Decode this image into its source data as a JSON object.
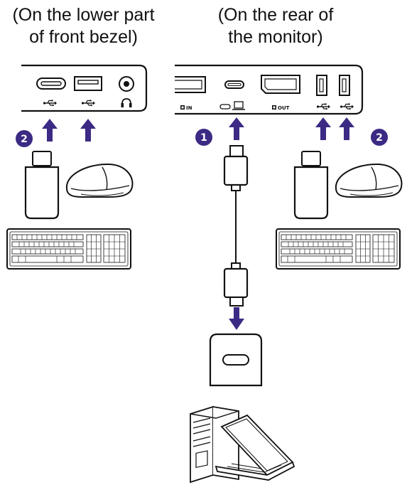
{
  "captions": {
    "front": [
      "(On the lower part",
      "of front bezel)"
    ],
    "rear": [
      "(On the rear of",
      "the monitor)"
    ]
  },
  "port_labels": {
    "dp_in": "IN",
    "dp_out": "OUT"
  },
  "badges": {
    "step1": "1",
    "step2": "2"
  },
  "colors": {
    "accent": "#3c2a84",
    "line": "#111111"
  },
  "icons": [
    "usb-c-port-icon",
    "usb-a-port-icon",
    "audio-jack-icon",
    "usb-symbol-icon",
    "headphone-icon",
    "displayport-port-icon",
    "laptop-icon",
    "usb-flash-drive-icon",
    "mouse-icon",
    "keyboard-icon",
    "usb-c-cable-icon",
    "usb-c-adapter-icon",
    "desktop-pc-icon"
  ]
}
